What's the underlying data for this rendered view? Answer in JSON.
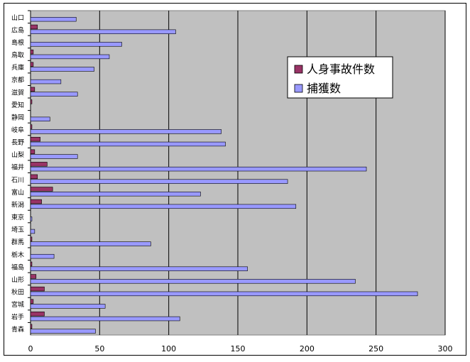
{
  "chart_data": {
    "type": "bar",
    "orientation": "horizontal",
    "categories": [
      "山口",
      "広島",
      "島根",
      "鳥取",
      "兵庫",
      "京都",
      "滋賀",
      "愛知",
      "静岡",
      "岐阜",
      "長野",
      "山梨",
      "福井",
      "石川",
      "富山",
      "新潟",
      "東京",
      "埼玉",
      "群馬",
      "栃木",
      "福島",
      "山形",
      "秋田",
      "宮城",
      "岩手",
      "青森"
    ],
    "series": [
      {
        "name": "人身事故件数",
        "color": "#993366",
        "values": [
          0,
          5,
          0,
          2,
          2,
          0,
          3,
          1,
          0,
          1,
          7,
          3,
          12,
          5,
          16,
          8,
          0,
          0,
          1,
          0,
          1,
          4,
          10,
          2,
          10,
          1
        ]
      },
      {
        "name": "捕獲数",
        "color": "#9999ff",
        "values": [
          33,
          105,
          66,
          57,
          46,
          22,
          34,
          0,
          14,
          138,
          141,
          34,
          243,
          186,
          123,
          192,
          1,
          3,
          87,
          17,
          157,
          235,
          280,
          54,
          108,
          47
        ]
      }
    ],
    "xlim": [
      0,
      300
    ],
    "xticks": [
      0,
      50,
      100,
      150,
      200,
      250,
      300
    ],
    "grid": true,
    "legend": "right",
    "plot_background": "#c0c0c0"
  }
}
